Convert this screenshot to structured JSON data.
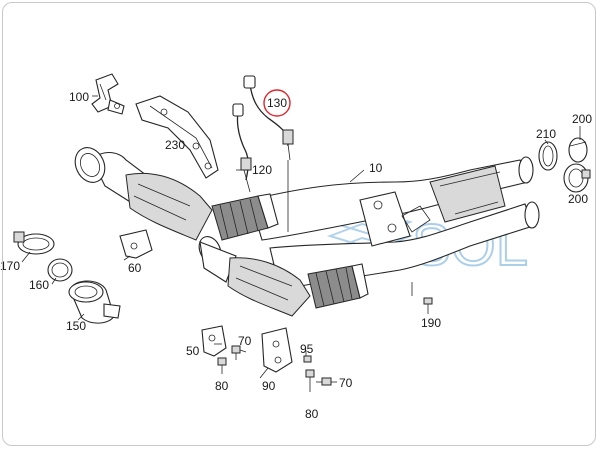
{
  "callouts": {
    "c10": "10",
    "c50": "50",
    "c60": "60",
    "c70a": "70",
    "c70b": "70",
    "c80a": "80",
    "c80b": "80",
    "c90": "90",
    "c95": "95",
    "c100": "100",
    "c120": "120",
    "c130": "130",
    "c150": "150",
    "c160": "160",
    "c170": "170",
    "c190": "190",
    "c200a": "200",
    "c200b": "200",
    "c210": "210",
    "c230": "230"
  },
  "highlight": {
    "callout": "130",
    "color": "#e0242b"
  },
  "watermark": {
    "text": "SOL",
    "color": "#9ec7e6"
  }
}
